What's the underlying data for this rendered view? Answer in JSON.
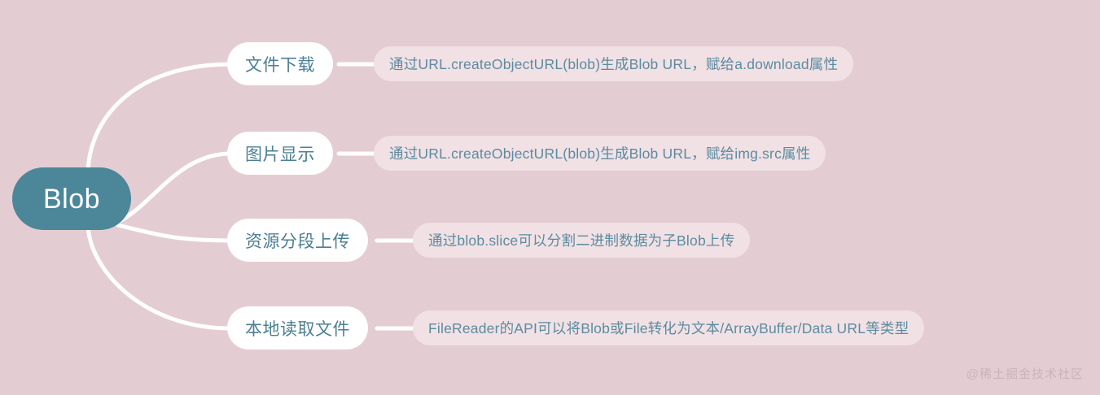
{
  "root": {
    "label": "Blob",
    "color": "#4c8799",
    "text_color": "#ffffff"
  },
  "theme": {
    "background": "#e4cdd2",
    "branch_fill": "#ffffff",
    "branch_text": "#4b7f91",
    "detail_fill": "#f1e1e4",
    "detail_text": "#5b8ba0",
    "connector": "#ffffff"
  },
  "branches": [
    {
      "label": "文件下载",
      "detail": "通过URL.createObjectURL(blob)生成Blob URL，赋给a.download属性"
    },
    {
      "label": "图片显示",
      "detail": "通过URL.createObjectURL(blob)生成Blob URL，赋给img.src属性"
    },
    {
      "label": "资源分段上传",
      "detail": "通过blob.slice可以分割二进制数据为子Blob上传"
    },
    {
      "label": "本地读取文件",
      "detail": "FileReader的API可以将Blob或File转化为文本/ArrayBuffer/Data URL等类型"
    }
  ],
  "watermark": "@稀土掘金技术社区"
}
